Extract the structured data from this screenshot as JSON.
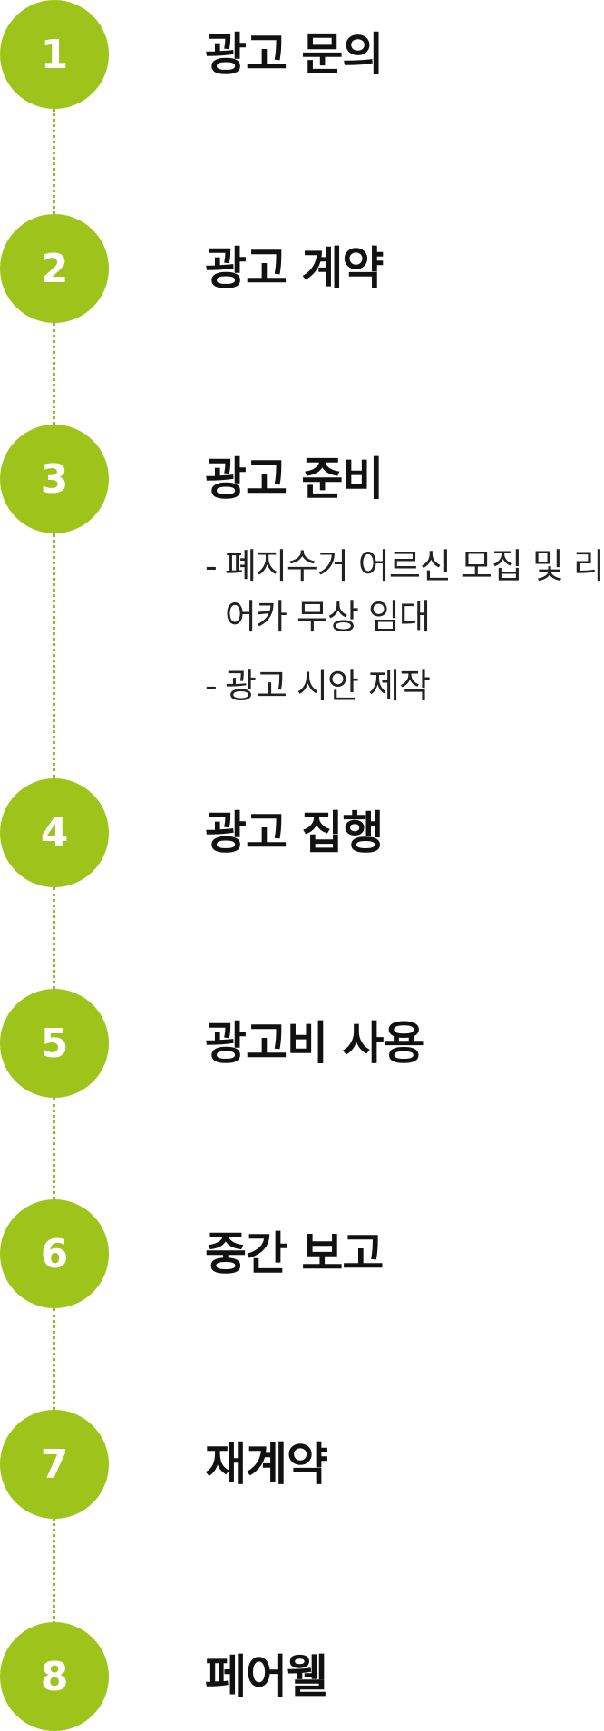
{
  "steps": [
    {
      "number": "1",
      "title": "광고 문의"
    },
    {
      "number": "2",
      "title": "광고 계약"
    },
    {
      "number": "3",
      "title": "광고 준비",
      "details": [
        "폐지수거 어르신 모집 및 리어카 무상 임대",
        "광고 시안 제작"
      ]
    },
    {
      "number": "4",
      "title": "광고 집행"
    },
    {
      "number": "5",
      "title": "광고비 사용"
    },
    {
      "number": "6",
      "title": "중간 보고"
    },
    {
      "number": "7",
      "title": "재계약"
    },
    {
      "number": "8",
      "title": "페어웰"
    }
  ],
  "colors": {
    "circle": "#9ec41c",
    "connector": "#8fba2e",
    "number_text": "#ffffff",
    "title_text": "#111111"
  }
}
